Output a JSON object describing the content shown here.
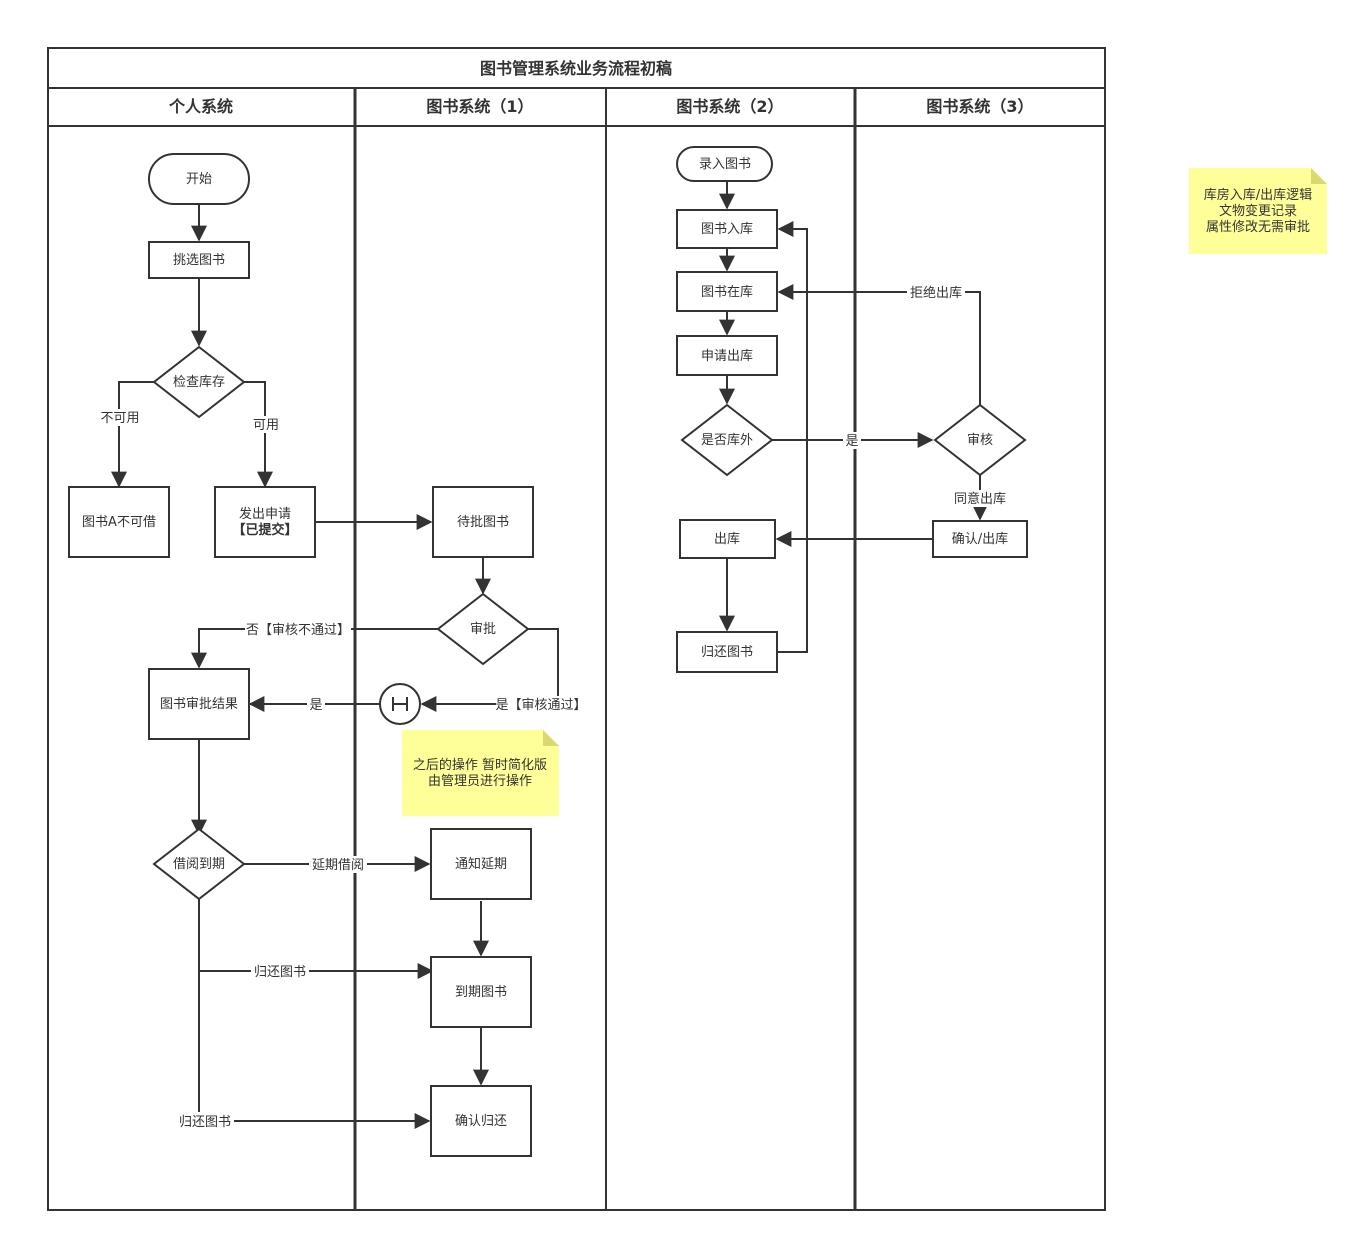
{
  "diagram": {
    "title": "图书管理系统业务流程初稿",
    "lanes": {
      "personal": "个人系统",
      "book1": "图书系统（1）",
      "book2": "图书系统（2）",
      "book3": "图书系统（3）"
    },
    "nodes": {
      "start": "开始",
      "pick": "挑选图书",
      "check_stock": "检查库存",
      "unavailable": "图书A不可借",
      "apply_line1": "发出申请",
      "apply_line2": "【已提交】",
      "pending": "待批图书",
      "approve": "审批",
      "result": "图书审批结果",
      "due": "借阅到期",
      "notify_extend": "通知延期",
      "expired": "到期图书",
      "confirm_return": "确认归还",
      "enter_book": "录入图书",
      "stock_in": "图书入库",
      "in_stock": "图书在库",
      "apply_out": "申请出库",
      "is_out": "是否库外",
      "review": "审核",
      "out": "出库",
      "confirm_out": "确认/出库",
      "return_book": "归还图书"
    },
    "edge_labels": {
      "not_available": "不可用",
      "available": "可用",
      "rejected": "否【审核不通过】",
      "passed": "是【审核通过】",
      "yes_result": "是",
      "extend": "延期借阅",
      "return1": "归还图书",
      "return2": "归还图书",
      "yes_review": "是",
      "refuse_out": "拒绝出库",
      "agree_out": "同意出库"
    },
    "notes": {
      "note1_line1": "之后的操作 暂时简化版",
      "note1_line2": "由管理员进行操作",
      "note2_line1": "库房入库/出库逻辑",
      "note2_line2": "文物变更记录",
      "note2_line3": "属性修改无需审批"
    },
    "colors": {
      "stroke": "#333333",
      "note_fill": "#ffff99",
      "note_fold": "#d9d96e",
      "background": "#ffffff"
    }
  }
}
